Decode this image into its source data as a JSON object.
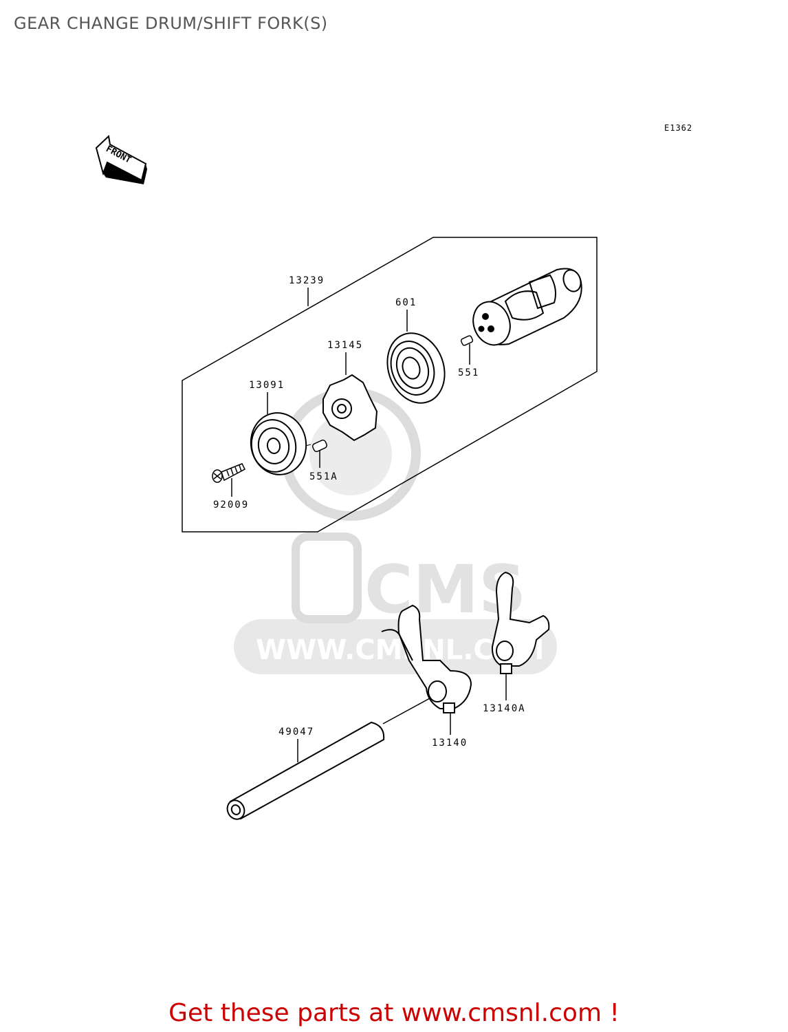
{
  "title": "GEAR CHANGE DRUM/SHIFT FORK(S)",
  "diagram_code": "E1362",
  "front_label": "FRONT",
  "parts": {
    "p13239": "13239",
    "p601": "601",
    "p13145": "13145",
    "p13091": "13091",
    "p551": "551",
    "p551A": "551A",
    "p92009": "92009",
    "p49047": "49047",
    "p13140": "13140",
    "p13140A": "13140A"
  },
  "watermark": {
    "brand": "CMS",
    "url": "WWW.CMSNL.COM"
  },
  "footer": {
    "link_text": "Get these parts at www.cmsnl.com !"
  },
  "colors": {
    "footer_link": "#cc0000",
    "watermark": "#e4e4e4",
    "line": "#000000"
  }
}
